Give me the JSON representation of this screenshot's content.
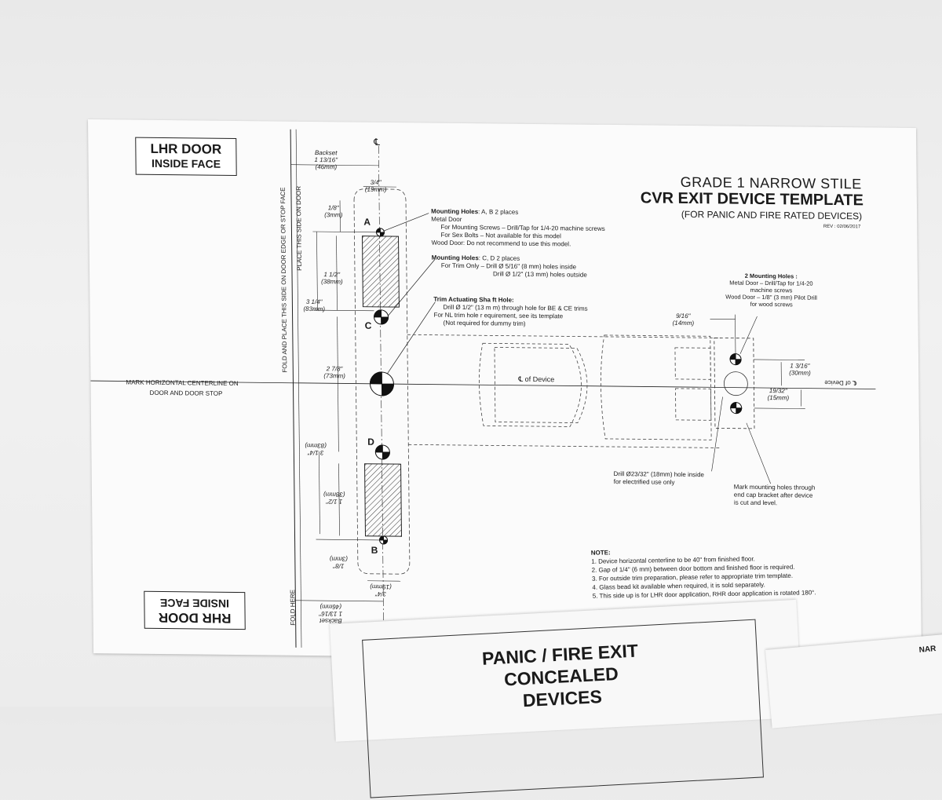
{
  "template": {
    "lhr_box": {
      "line1": "LHR DOOR",
      "line2": "INSIDE FACE"
    },
    "rhr_box": {
      "line1": "RHR DOOR",
      "line2": "INSIDE FACE"
    },
    "title_line1": "GRADE 1 NARROW STILE",
    "title_line2": "CVR EXIT DEVICE TEMPLATE",
    "title_line3": "(FOR PANIC AND FIRE RATED DEVICES)",
    "rev": "REV : 02/06/2017",
    "centerline_symbol": "℄",
    "fold_text": "FOLD AND PLACE THIS SIDE ON DOOR EDGE OR STOP FACE",
    "place_text": "PLACE THIS SIDE ON DOOR",
    "fold_here": "FOLD HERE",
    "mark_centerline_1": "MARK HORIZONTAL CENTERLINE ON",
    "mark_centerline_2": "DOOR AND DOOR STOP",
    "dims": {
      "backset_label": "Backset",
      "backset_in": "1 13/16\"",
      "backset_mm": "(46mm)",
      "w34_in": "3/4\"",
      "w34_mm": "(19mm)",
      "d18_in": "1/8\"",
      "d18_mm": "(3mm)",
      "d112_in": "1 1/2\"",
      "d112_mm": "(38mm)",
      "d314_in": "3 1/4\"",
      "d314_mm": "(83mm)",
      "d278_in": "2 7/8\"",
      "d278_mm": "(73mm)",
      "d916_in": "9/16\"",
      "d916_mm": "(14mm)",
      "d1316_in": "1 3/16\"",
      "d1316_mm": "(30mm)",
      "d1932_in": "19/32\"",
      "d1932_mm": "(15mm)"
    },
    "letters": {
      "a": "A",
      "b": "B",
      "c": "C",
      "d": "D"
    },
    "mounting_ab": {
      "heading": "Mounting Holes",
      "heading_rest": ": A, B 2 places",
      "l1": "Metal Door",
      "l2": "For Mounting Screws – Drill/Tap for 1/4-20 machine screws",
      "l3": "For Sex Bolts – Not  available for this model",
      "l4": "Wood Door: Do not recommend to use this model."
    },
    "mounting_cd": {
      "heading": "Mounting Holes",
      "heading_rest": ": C, D 2 places",
      "l1": "For Trim Only – Drill  Ø 5/16\" (8 mm) holes inside",
      "l2": "Drill  Ø 1/2\" (13 mm) holes outside"
    },
    "trim_hole": {
      "heading": "Trim Actuating Sha ft Hole:",
      "l1": "Drill  Ø 1/2\" (13 m m) through hole for BE & CE trims",
      "l2": "For NL trim hole r equirement, see its template",
      "l3": "(Not required for  dummy trim)"
    },
    "mounting_2": {
      "heading": "2 Mounting Holes :",
      "l1": "Metal Door – Drill/Tap for 1/4-20",
      "l2": "machine screws",
      "l3": "Wood Door – 1/8\" (3 mm) Pilot Drill",
      "l4": "for wood screws"
    },
    "cl_device": "℄ of Device",
    "cl_device_flipped": "℄ of Device",
    "drill_note_1": "Drill Ø23/32\" (18mm) hole inside",
    "drill_note_2": "for electrified use only",
    "mark_note_1": "Mark mounting holes through",
    "mark_note_2": "end cap bracket after device",
    "mark_note_3": "is cut and level.",
    "notes": {
      "heading": "NOTE:",
      "items": [
        "1.   Device horizontal centerline to be 40\" from finished floor.",
        "2.   Gap of 1/4\" (6 mm) between door bottom and finished floor is required.",
        "3.   For outside trim preparation, please refer to appropriate trim template.",
        "4.   Glass bead kit available when required, it is sold separately.",
        "5.   This side up is for LHR door application, RHR door application is rotated 180°."
      ]
    }
  },
  "bottom_doc": {
    "line1": "PANIC / FIRE EXIT",
    "line2": "CONCEALED",
    "line3": "DEVICES"
  },
  "right_doc": {
    "text": "NAR"
  }
}
